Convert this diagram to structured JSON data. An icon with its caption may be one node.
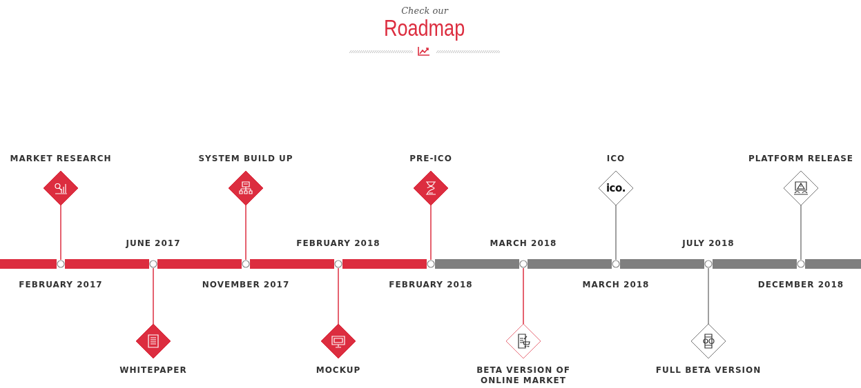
{
  "diagram": {
    "title": "Roadmap",
    "nodes": [
      {
        "text": [
          "MARKET RESEARCH"
        ]
      },
      {
        "text": [],
        "shape": "circle",
        "beside": [
          "FEBRUARY 2017"
        ]
      },
      {
        "text": [
          "WHITEPAPER"
        ]
      },
      {
        "text": [],
        "shape": "circle",
        "beside": [
          "JUNE 2017"
        ]
      },
      {
        "text": [
          "SYSTEM BUILD UP"
        ]
      },
      {
        "text": [],
        "shape": "circle",
        "beside": [
          "NOVEMBER 2017"
        ]
      },
      {
        "text": [
          "MOCKUP"
        ]
      },
      {
        "text": [],
        "shape": "circle",
        "beside": [
          "FEBRUARY 2018"
        ]
      },
      {
        "text": [
          "PRE-ICO"
        ]
      },
      {
        "text": [],
        "shape": "circle",
        "beside": [
          "FEBRUARY 2018"
        ]
      },
      {
        "text": [
          "BETA VERSION OF ONLINE MARKET"
        ]
      },
      {
        "text": [],
        "shape": "circle",
        "beside": [
          "MARCH 2018"
        ]
      },
      {
        "text": [
          "ICO",
          "ico."
        ]
      },
      {
        "text": [],
        "shape": "circle",
        "beside": [
          "MARCH 2018"
        ]
      },
      {
        "text": [
          "FULL BETA VERSION"
        ]
      },
      {
        "text": [],
        "shape": "circle",
        "beside": [
          "JULY 2018"
        ]
      },
      {
        "text": [
          "PLATFORM RELEASE"
        ]
      },
      {
        "text": [],
        "shape": "circle",
        "beside": [
          "DECEMBER 2018"
        ]
      }
    ],
    "edges": [
      {
        "from": 0,
        "to": 1,
        "arrow": "none"
      },
      {
        "from": 2,
        "to": 3,
        "arrow": "none"
      },
      {
        "from": 4,
        "to": 5,
        "arrow": "none"
      },
      {
        "from": 6,
        "to": 7,
        "arrow": "none"
      },
      {
        "from": 8,
        "to": 9,
        "arrow": "none"
      },
      {
        "from": 10,
        "to": 11,
        "arrow": "none"
      },
      {
        "from": 12,
        "to": 13,
        "arrow": "none",
        "color": "#7f7f7f"
      },
      {
        "from": 14,
        "to": 15,
        "arrow": "none",
        "color": "#7f7f7f"
      },
      {
        "from": 16,
        "to": 17,
        "arrow": "none",
        "color": "#7f7f7f"
      },
      {
        "from": null,
        "to": 1,
        "arrow": "none"
      },
      {
        "from": 1,
        "to": 3,
        "arrow": "none"
      },
      {
        "from": 3,
        "to": 5,
        "arrow": "none"
      },
      {
        "from": 5,
        "to": 7,
        "arrow": "none"
      },
      {
        "from": 7,
        "to": 9,
        "arrow": "none"
      },
      {
        "from": 9,
        "to": 11,
        "arrow": "none",
        "color": "#7f7f7f"
      },
      {
        "from": 11,
        "to": 13,
        "arrow": "none",
        "color": "#7f7f7f"
      },
      {
        "from": 13,
        "to": 15,
        "arrow": "none",
        "color": "#7f7f7f"
      },
      {
        "from": 15,
        "to": 17,
        "arrow": "none",
        "color": "#7f7f7f"
      },
      {
        "from": 17,
        "to": null,
        "arrow": "none",
        "color": "#7f7f7f"
      }
    ],
    "labels": [
      "Check our"
    ]
  }
}
